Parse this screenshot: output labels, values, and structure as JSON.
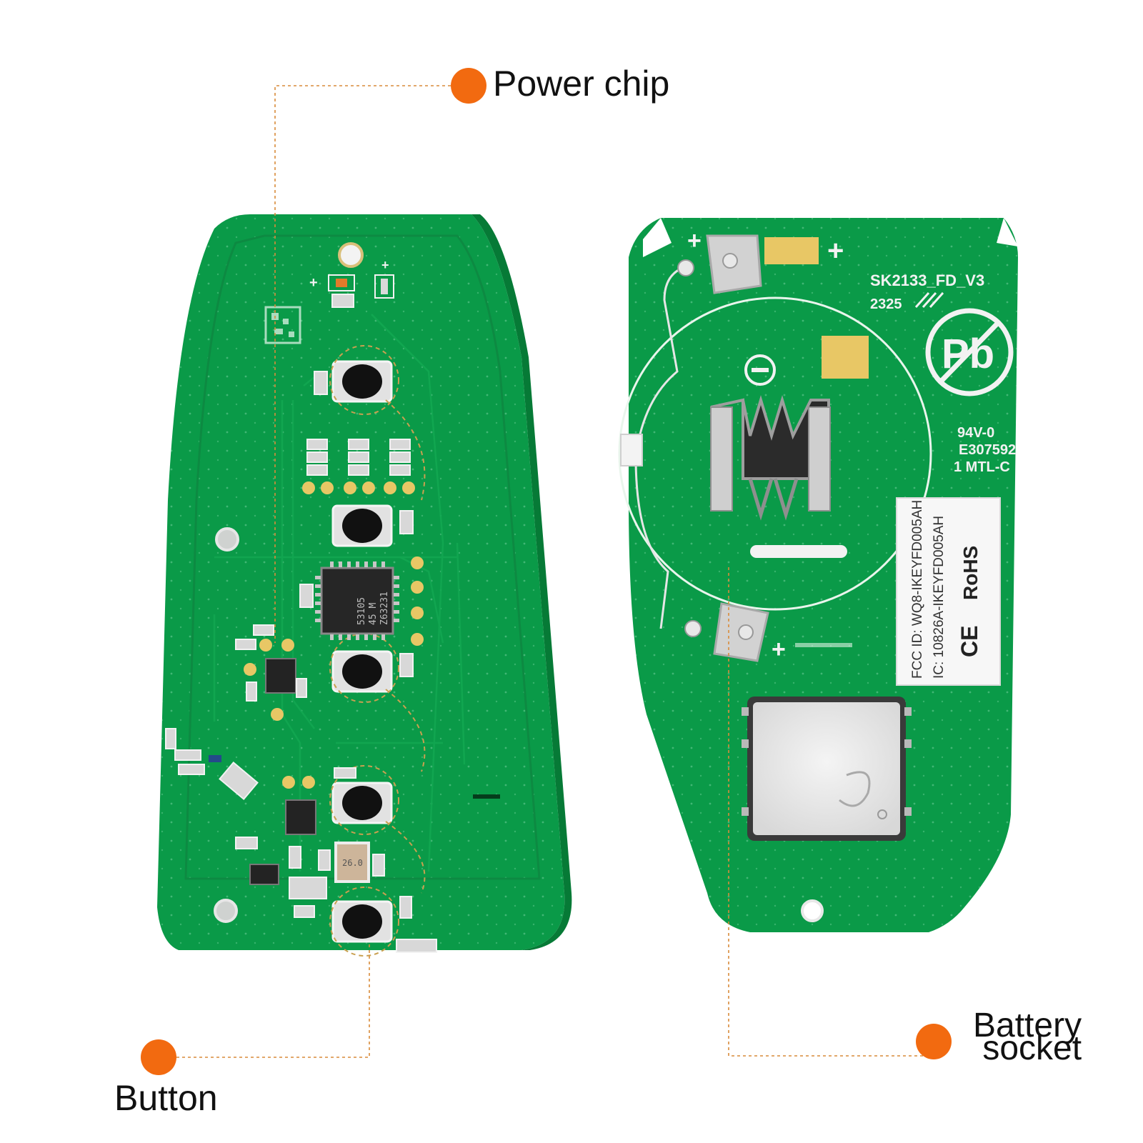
{
  "callouts": {
    "power_chip": "Power chip",
    "button": "Button",
    "battery_socket_line1": "Battery",
    "battery_socket_line2": "socket"
  },
  "pcb_markings": {
    "board_id": "SK2133_FD_V3",
    "date_code": "2325",
    "ul_rating": "94V-0",
    "ul_file": "E307592",
    "ul_line3": "1 MTL-C",
    "chip_text_1": "53105",
    "chip_text_2": "45 M",
    "chip_text_3": "Z63231",
    "crystal_text": "26.0",
    "lead_free_symbol": "Pb",
    "plus_sign": "+",
    "minus_sign": "−"
  },
  "fcc_label": {
    "fcc_line": "FCC ID: WQ8-IKEYFD005AH",
    "ic_line": "IC: 10826A-IKEYFD005AH",
    "ce_mark": "CE",
    "rohs_mark": "RoHS"
  },
  "colors": {
    "pcb_green": "#0a9a48",
    "pcb_green_dark": "#078a3f",
    "callout_orange": "#f26a10",
    "pad_gold": "#e8c765",
    "silkscreen": "#f2f2f2"
  }
}
